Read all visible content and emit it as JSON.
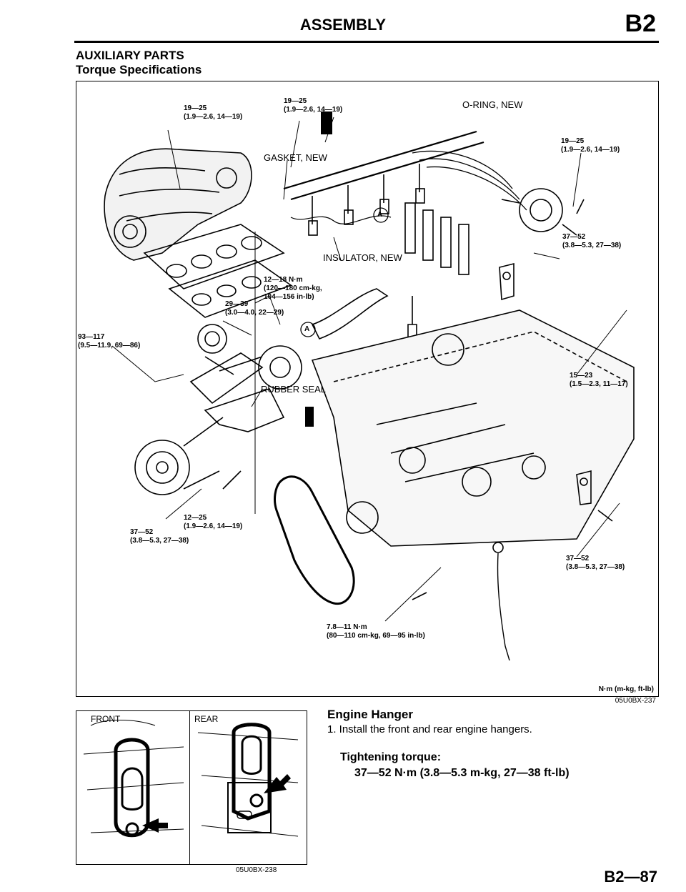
{
  "header": {
    "title": "ASSEMBLY",
    "section_code": "B2"
  },
  "section": {
    "title": "AUXILIARY PARTS",
    "subtitle": "Torque Specifications"
  },
  "figure1": {
    "labels": {
      "t1": [
        "19—25",
        "(1.9—2.6, 14—19)"
      ],
      "t2": [
        "19—25",
        "(1.9—2.6, 14—19)"
      ],
      "oring": "O-RING, NEW",
      "t3": [
        "19—25",
        "(1.9—2.6, 14—19)"
      ],
      "gasket": "GASKET, NEW",
      "t4": [
        "37—52",
        "(3.8—5.3, 27—38)"
      ],
      "insulator": "INSULATOR, NEW",
      "t5": [
        "12—18 N·m",
        "(120—180 cm-kg,",
        "104—156 in-lb)"
      ],
      "t6": [
        "29—39",
        "(3.0—4.0, 22—29)"
      ],
      "t7": [
        "93—117",
        "(9.5—11.9, 69—86)"
      ],
      "t8": [
        "15—23",
        "(1.5—2.3, 11—17)"
      ],
      "rubber_seal": "RUBBER SEAL",
      "marker_a": "A",
      "t9": [
        "12—25",
        "(1.9—2.6, 14—19)"
      ],
      "t10": [
        "37—52",
        "(3.8—5.3, 27—38)"
      ],
      "t11": [
        "37—52",
        "(3.8—5.3, 27—38)"
      ],
      "t12": [
        "7.8—11 N·m",
        "(80—110 cm-kg, 69—95 in-lb)"
      ]
    },
    "units": "N·m (m-kg, ft-lb)",
    "code": "05U0BX-237"
  },
  "figure2": {
    "front_label": "FRONT",
    "rear_label": "REAR",
    "code": "05U0BX-238"
  },
  "body": {
    "heading": "Engine Hanger",
    "step1": "1. Install the front and rear engine hangers.",
    "torque_heading": "Tightening torque:",
    "torque_value": "37—52 N·m (3.8—5.3 m-kg, 27—38 ft-lb)"
  },
  "page_number": "B2—87"
}
